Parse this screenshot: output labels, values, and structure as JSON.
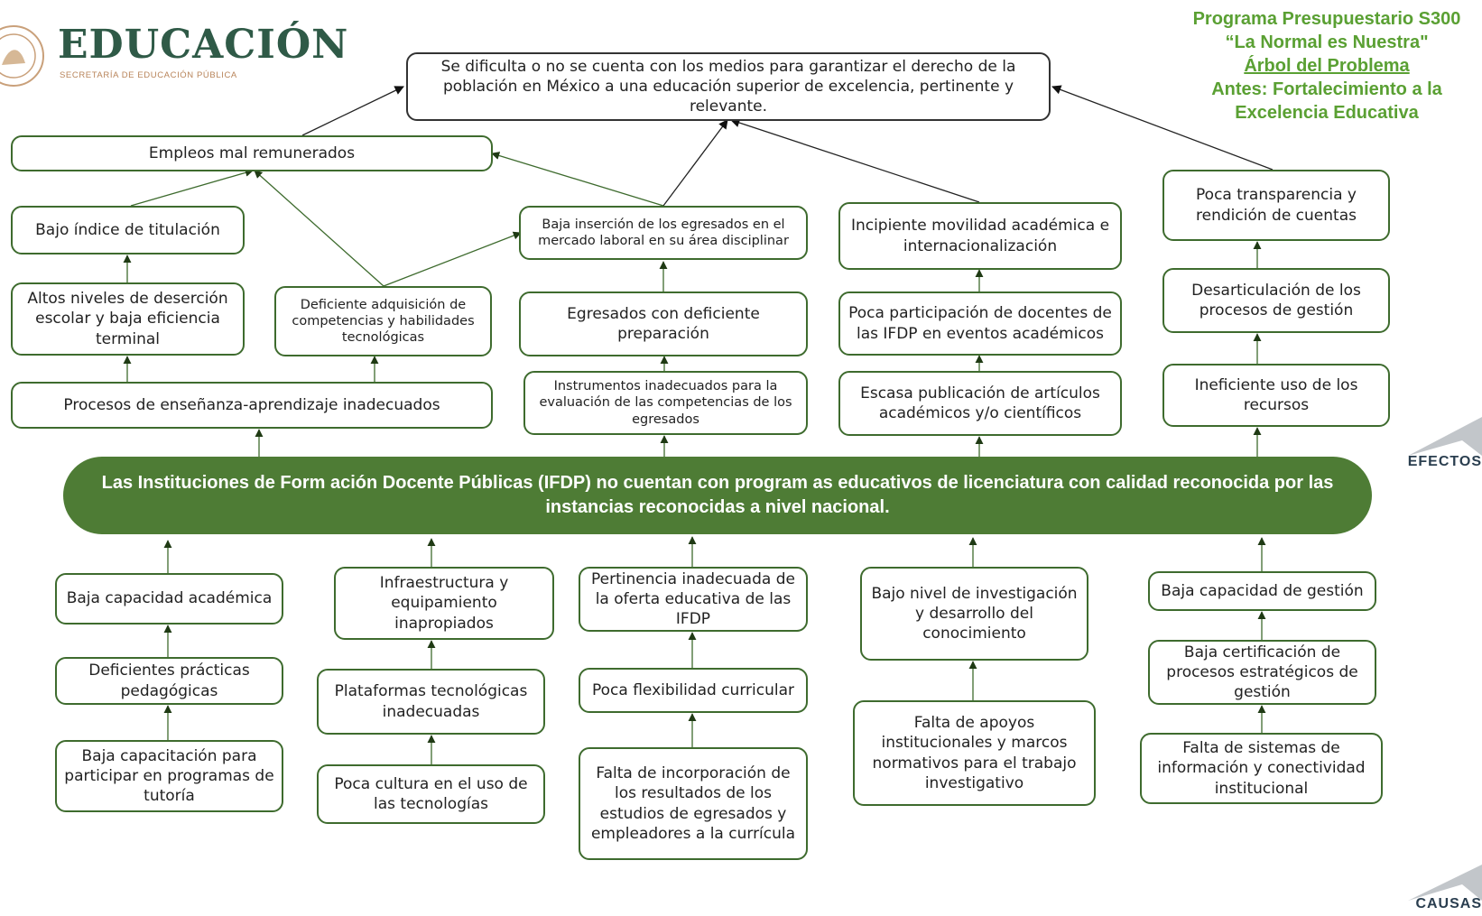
{
  "logo": {
    "title": "EDUCACIÓN",
    "subtitle": "SECRETARÍA DE EDUCACIÓN PÚBLICA"
  },
  "header": {
    "line1": "Programa Presupuestario S300",
    "line2": "“La Normal es Nuestra\"",
    "line3": "Árbol del Problema",
    "line4": "Antes: Fortalecimiento a la Excelencia Educativa"
  },
  "central_problem": "Las Instituciones de Form ación Docente Públicas (IFDP) no cuentan con program as educativos de licenciatura con calidad reconocida por las instancias reconocidas a nivel nacional.",
  "effects": {
    "top": "Se dificulta o no se cuenta con los medios para garantizar el derecho de la población en México a una educación superior de excelencia, pertinente y relevante.",
    "empleos": "Empleos mal remunerados",
    "bajo_titulacion": "Bajo índice de titulación",
    "altos_desercion": "Altos niveles de deserción escolar y baja eficiencia terminal",
    "deficiente_adquisicion": "Deficiente adquisición de competencias y habilidades tecnológicas",
    "procesos_ensenanza": "Procesos de enseñanza-aprendizaje inadecuados",
    "baja_insercion": "Baja inserción de los egresados en el mercado laboral en su área disciplinar",
    "egresados_deficiente": "Egresados con deficiente preparación",
    "instrumentos": "Instrumentos inadecuados para la evaluación de las competencias de los egresados",
    "incipiente_movilidad": "Incipiente movilidad académica e internacionalización",
    "poca_participacion": "Poca participación de docentes de las IFDP en eventos académicos",
    "escasa_publicacion": "Escasa publicación de artículos académicos y/o científicos",
    "poca_transparencia": "Poca transparencia y rendición de cuentas",
    "desarticulacion": "Desarticulación de los procesos de gestión",
    "ineficiente": "Ineficiente uso de los recursos"
  },
  "causes": {
    "baja_capacidad_academica": "Baja capacidad académica",
    "deficientes_practicas": "Deficientes prácticas pedagógicas",
    "baja_capacitacion": "Baja capacitación para participar en programas de tutoría",
    "infraestructura": "Infraestructura y equipamiento inapropiados",
    "plataformas": "Plataformas tecnológicas inadecuadas",
    "poca_cultura": "Poca cultura en el uso de las tecnologías",
    "pertinencia": "Pertinencia inadecuada de la oferta educativa de las IFDP",
    "poca_flexibilidad": "Poca flexibilidad curricular",
    "falta_incorporacion": "Falta de incorporación de los resultados de los estudios de egresados y empleadores a la currícula",
    "bajo_investigacion": "Bajo nivel de investigación y desarrollo del conocimiento",
    "falta_apoyos": "Falta de apoyos institucionales y marcos normativos para el trabajo investigativo",
    "baja_capacidad_gestion": "Baja capacidad de gestión",
    "baja_certificacion": "Baja certificación de procesos estratégicos de gestión",
    "falta_sistemas": "Falta de sistemas de información y conectividad institucional"
  },
  "tags": {
    "effects": "EFECTOS",
    "causes": "CAUSAS"
  },
  "colors": {
    "green_dark": "#4e7c35",
    "green_header": "#5aa033",
    "border": "#3e6b2e"
  }
}
